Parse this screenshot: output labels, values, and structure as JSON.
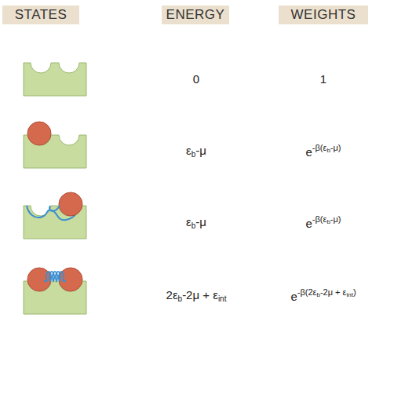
{
  "diagram": {
    "nodes": [
      {
        "text": [
          "STATES"
        ]
      },
      {
        "text": [
          "ENERGY"
        ]
      },
      {
        "text": [
          "WEIGHTS"
        ]
      }
    ],
    "labels": [
      "0",
      "1",
      "εb-μ",
      "e-β(εb-μ)",
      "εb-μ",
      "e-β(εb-μ)",
      "2εb-2μ + εint",
      "e-β(2εb-2μ + εint)"
    ]
  }
}
